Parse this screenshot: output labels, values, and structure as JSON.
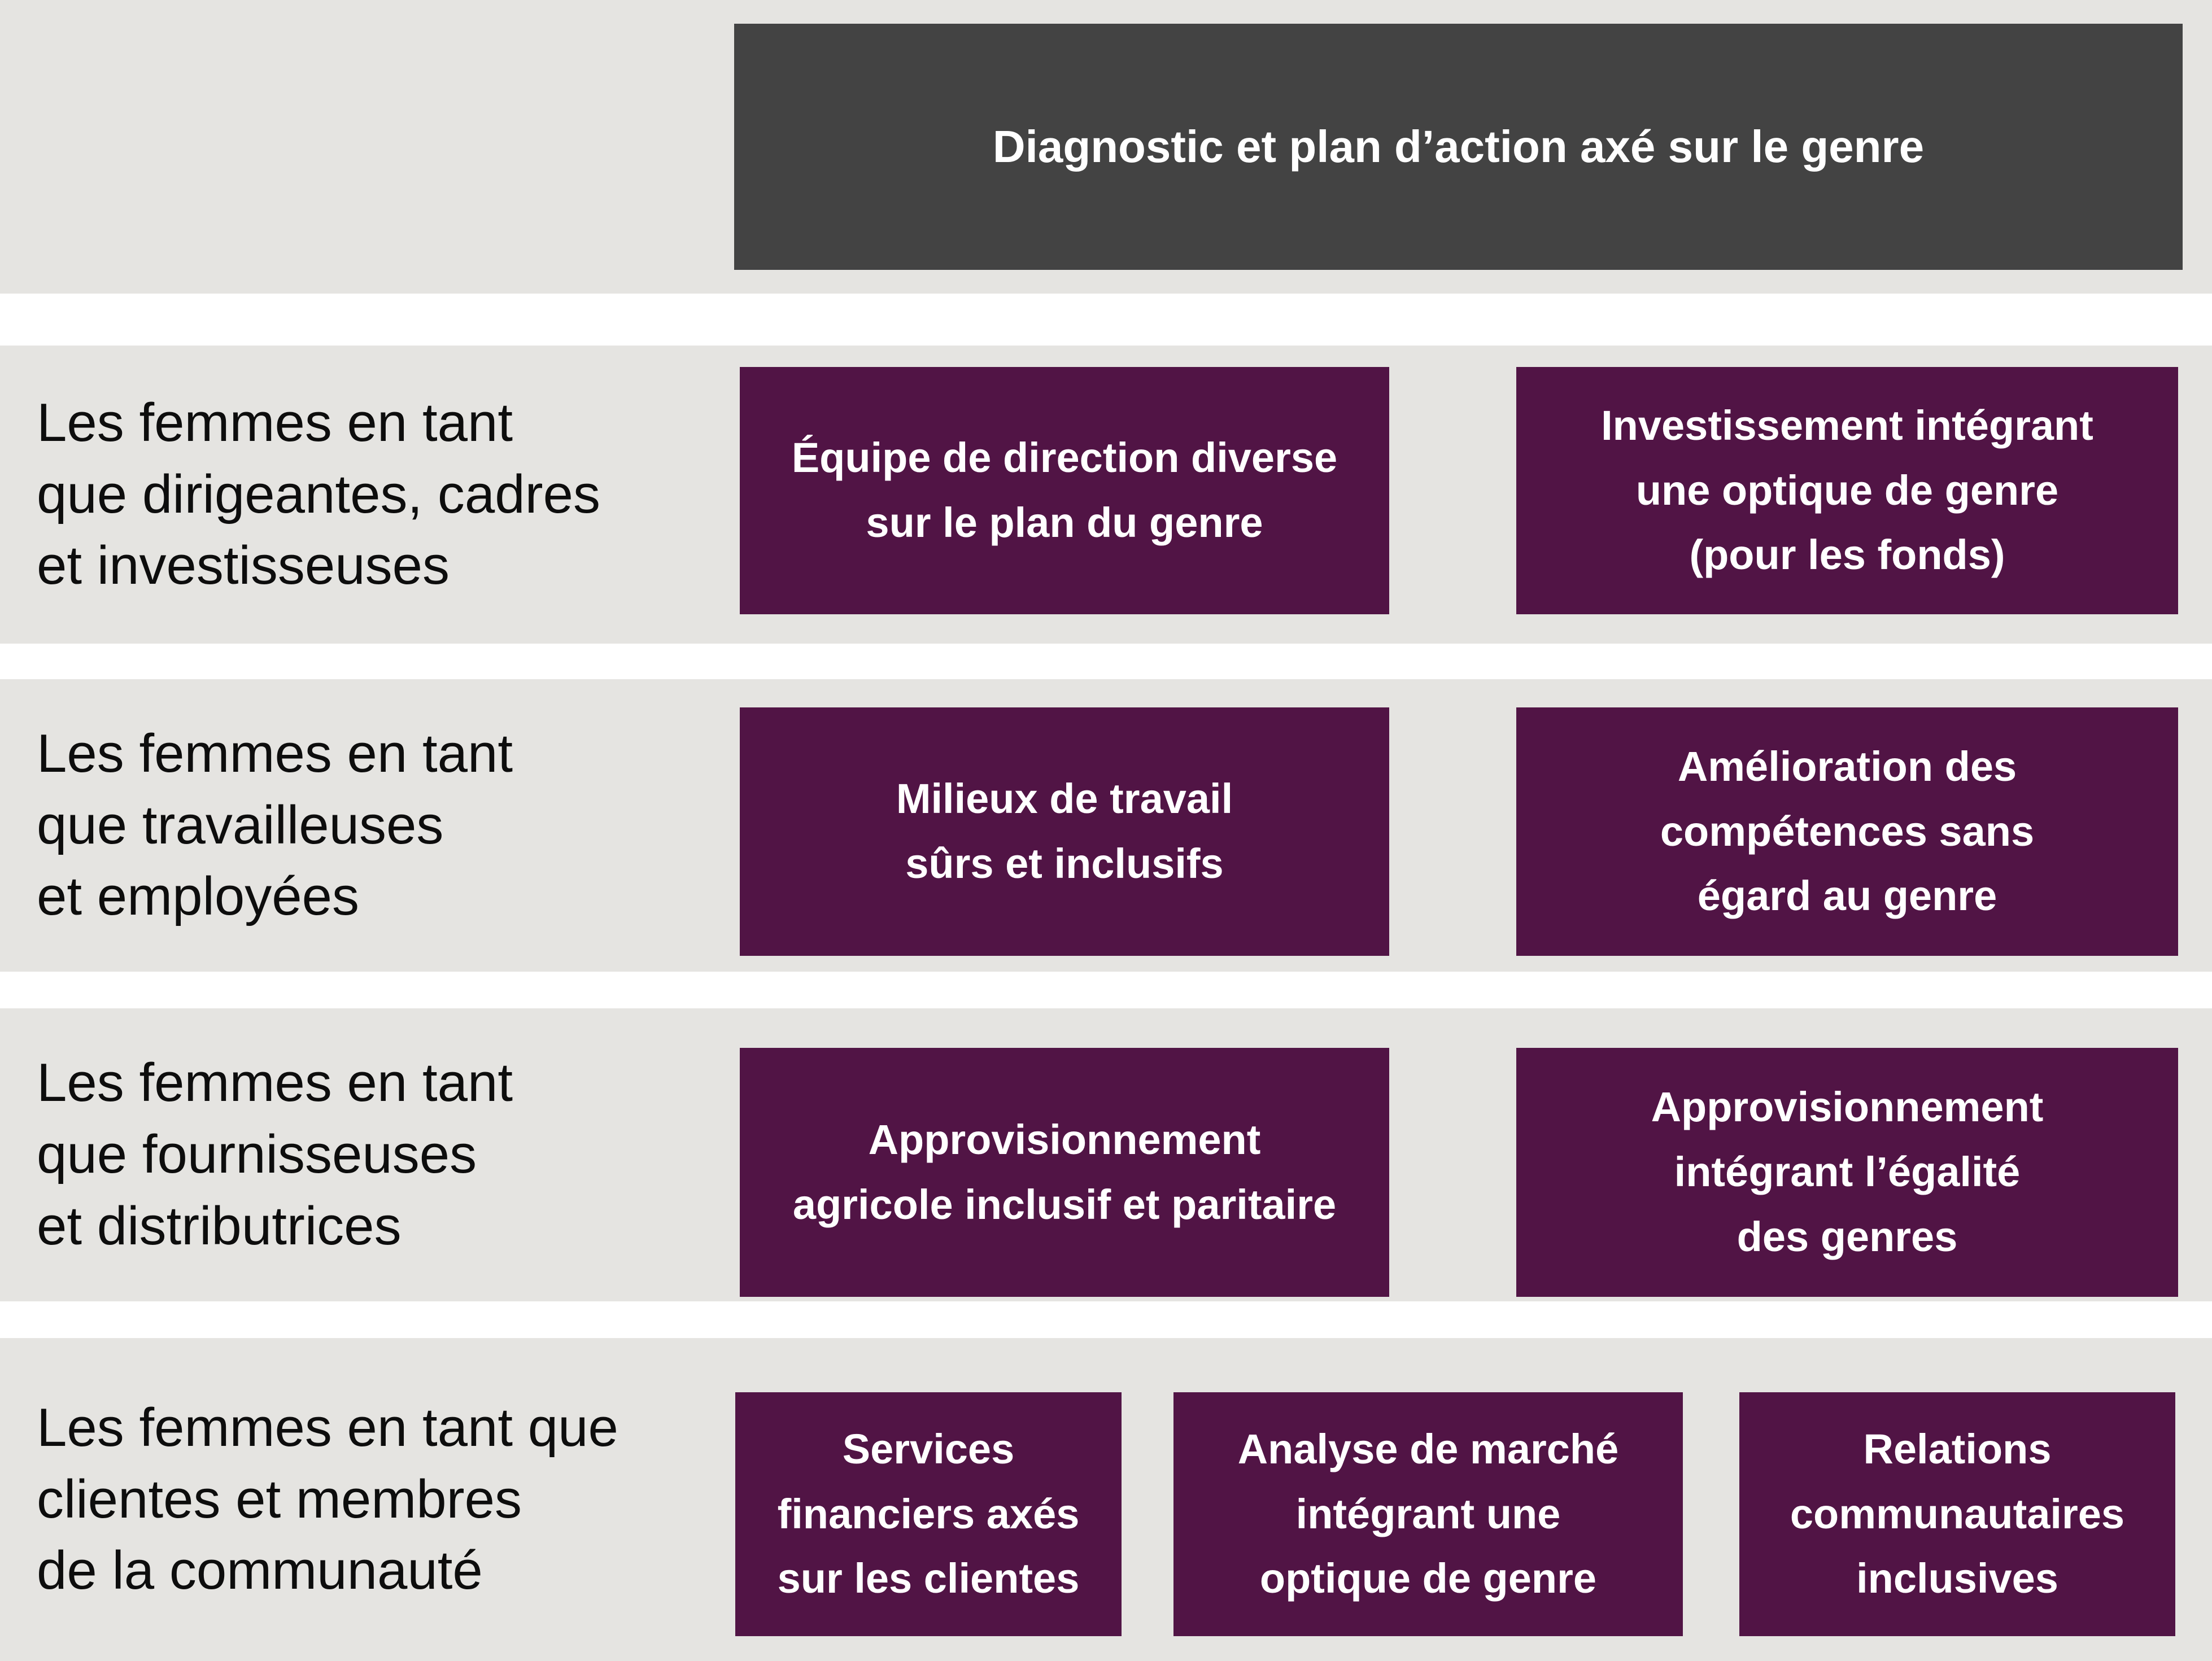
{
  "header": {
    "title": "Diagnostic et plan d’action axé sur le genre"
  },
  "colors": {
    "band_gray": "#e5e4e1",
    "header_dark_gray": "#434343",
    "box_purple": "#511445",
    "box_text_white": "#ffffff",
    "label_text_black": "#0d0d0d",
    "gap_white": "#ffffff"
  },
  "rows": [
    {
      "label": "Les femmes en tant\nque dirigeantes, cadres\net investisseuses",
      "boxes": [
        {
          "text": "Équipe de direction diverse\nsur le plan du genre"
        },
        {
          "text": "Investissement intégrant\nune optique de genre\n(pour les fonds)"
        }
      ]
    },
    {
      "label": "Les femmes en tant\nque travailleuses\net employées",
      "boxes": [
        {
          "text": "Milieux de travail\nsûrs et inclusifs"
        },
        {
          "text": "Amélioration des\ncompétences sans\négard au genre"
        }
      ]
    },
    {
      "label": "Les femmes en tant\nque fournisseuses\net distributrices",
      "boxes": [
        {
          "text": "Approvisionnement\nagricole inclusif et paritaire"
        },
        {
          "text": "Approvisionnement\nintégrant l’égalité\ndes genres"
        }
      ]
    },
    {
      "label": "Les femmes en tant que\nclientes et membres\nde la communauté",
      "boxes": [
        {
          "text": "Services\nfinanciers axés\nsur les clientes"
        },
        {
          "text": "Analyse de marché\nintégrant une\noptique de genre"
        },
        {
          "text": "Relations\ncommunautaires\ninclusives"
        }
      ]
    }
  ]
}
